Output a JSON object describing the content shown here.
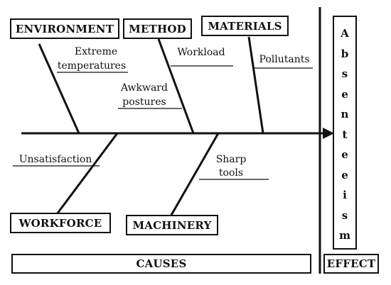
{
  "categories": {
    "environment": "ENVIRONMENT",
    "method": "METHOD",
    "materials": "MATERIALS",
    "workforce": "WORKFORCE",
    "machinery": "MACHINERY"
  },
  "causes": {
    "extreme_1": "Extreme",
    "extreme_2": "temperatures",
    "workload": "Workload",
    "pollutants": "Pollutants",
    "awkward_1": "Awkward",
    "awkward_2": "postures",
    "unsatisfaction": "Unsatisfaction",
    "sharp_1": "Sharp",
    "sharp_2": "tools"
  },
  "effect_letters": [
    "A",
    "b",
    "s",
    "e",
    "n",
    "t",
    "e",
    "e",
    "i",
    "s",
    "m"
  ],
  "footer": {
    "causes": "CAUSES",
    "effect": "EFFECT"
  }
}
